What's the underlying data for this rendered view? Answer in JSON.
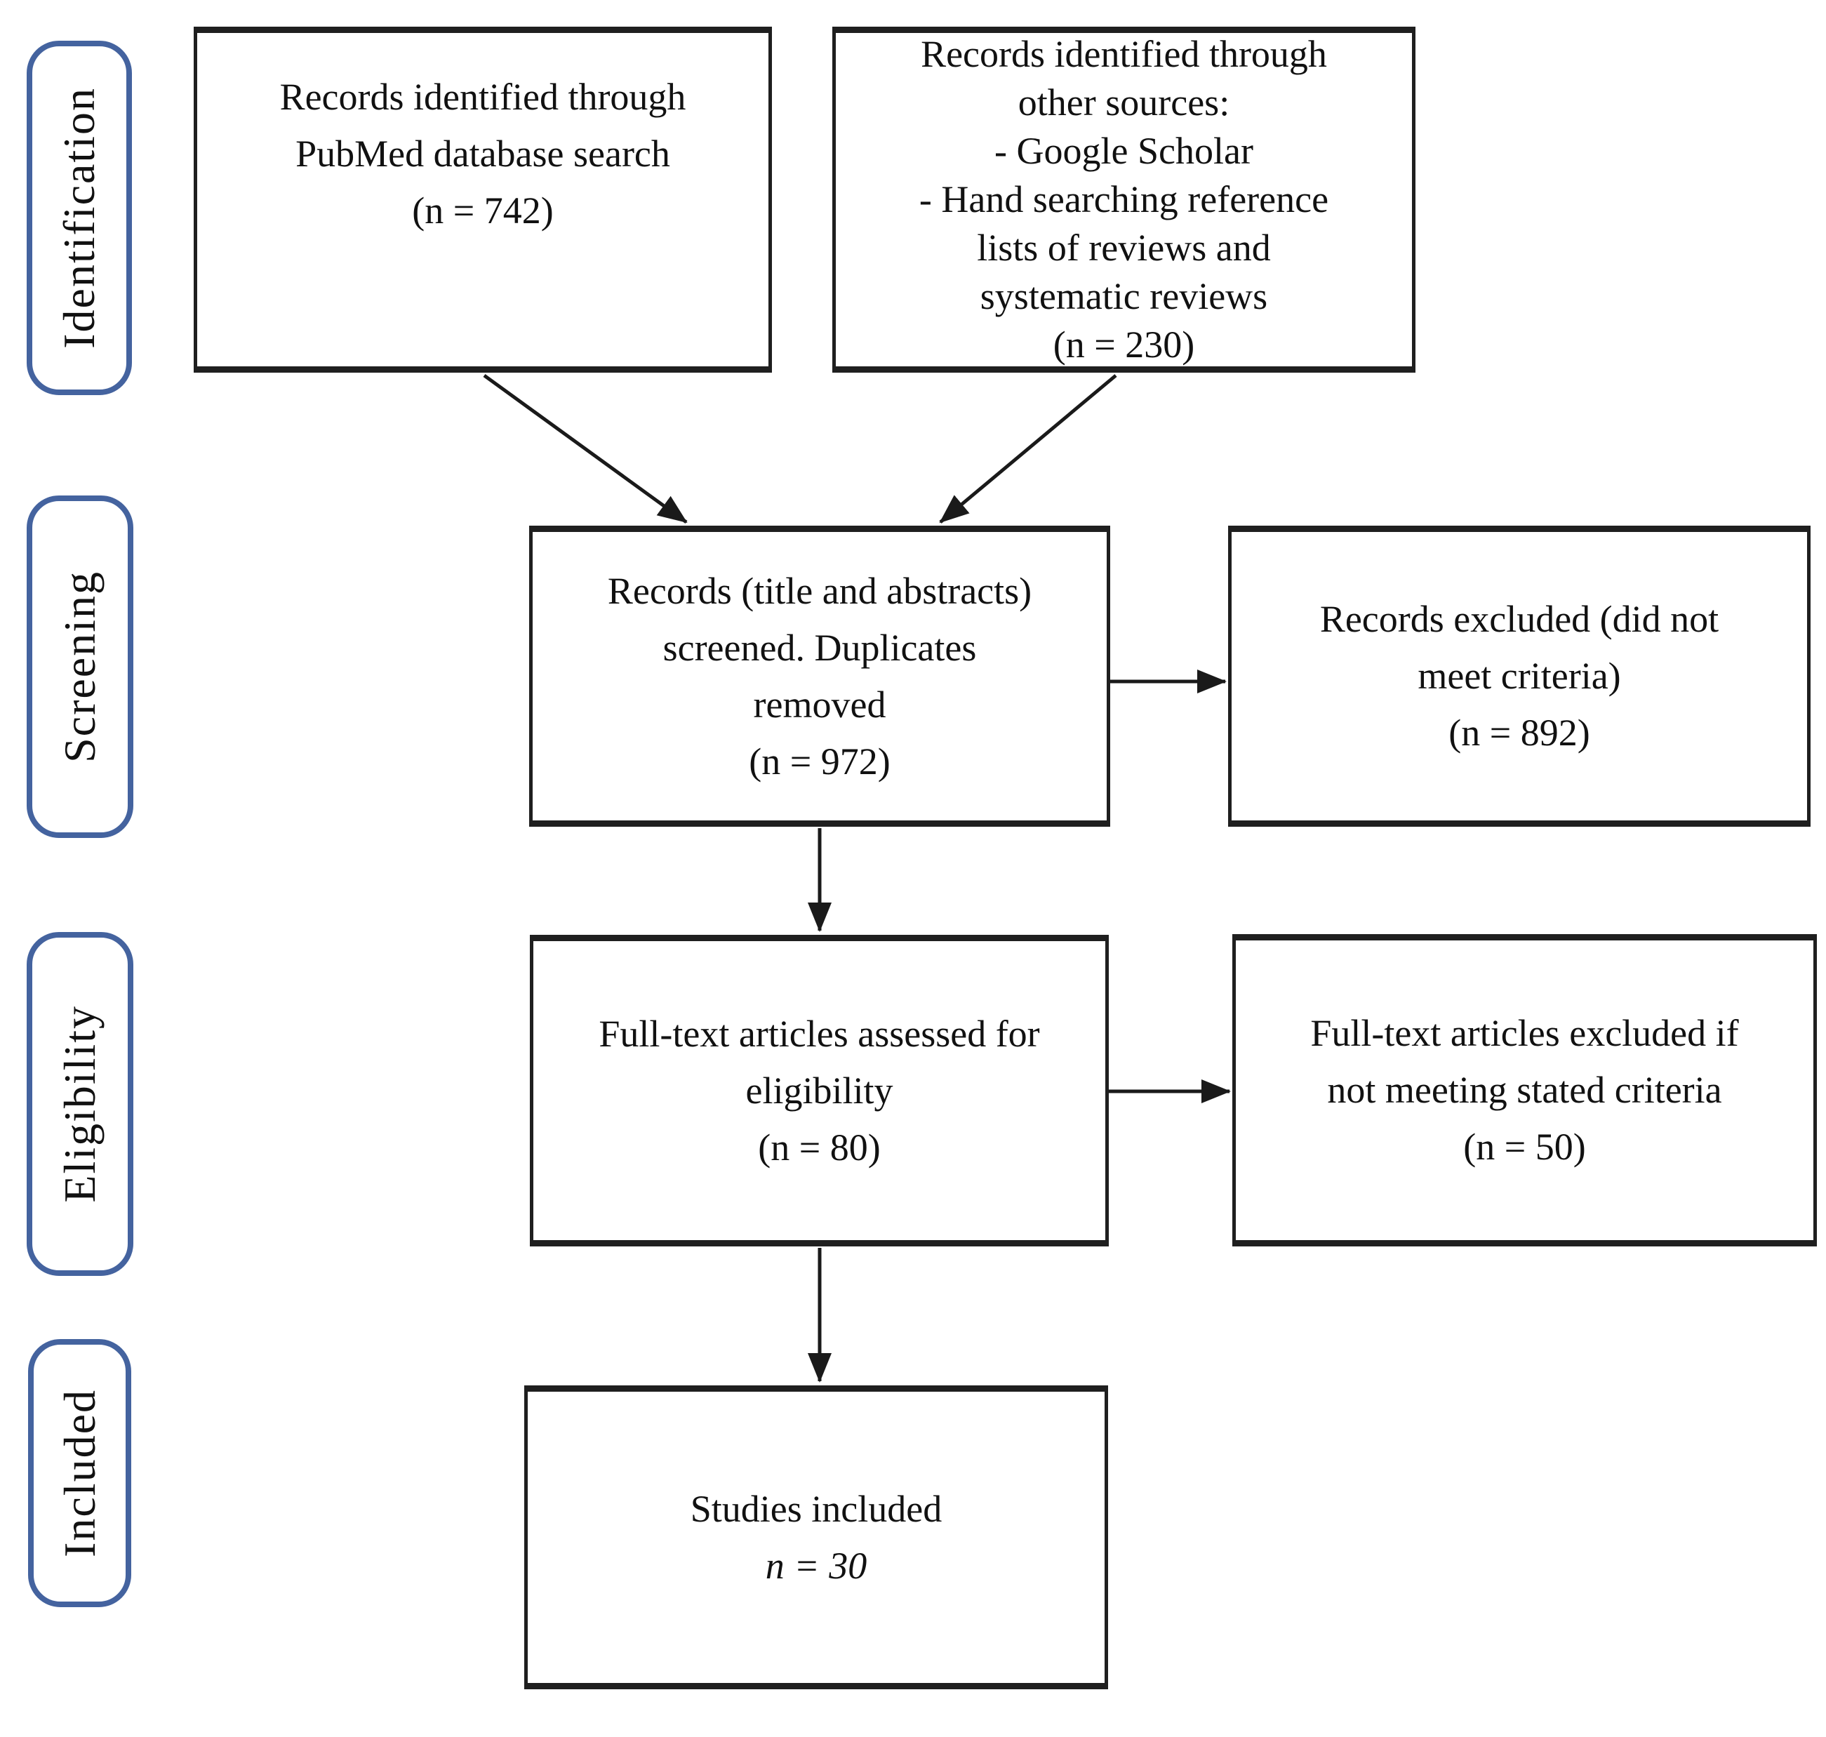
{
  "figure": {
    "type": "prisma_flow_diagram",
    "stages": [
      {
        "id": "identification",
        "label": "Identification"
      },
      {
        "id": "screening",
        "label": "Screening"
      },
      {
        "id": "eligibility",
        "label": "Eligibility"
      },
      {
        "id": "included",
        "label": "Included"
      }
    ],
    "boxes": {
      "pubmed": {
        "lines": [
          "Records identified through",
          "PubMed database search",
          "(n = 742)"
        ]
      },
      "other_sources": {
        "lines": [
          "Records identified through",
          "other sources:",
          "- Google Scholar",
          "- Hand searching reference",
          "lists of reviews and",
          "systematic reviews",
          "(n = 230)"
        ]
      },
      "screened": {
        "lines": [
          "Records (title and abstracts)",
          "screened. Duplicates",
          "removed",
          "(n = 972)"
        ]
      },
      "records_excluded": {
        "lines": [
          "Records excluded (did not",
          "meet criteria)",
          "(n = 892)"
        ]
      },
      "fulltext_assessed": {
        "lines": [
          "Full-text articles assessed for",
          "eligibility",
          "(n = 80)"
        ]
      },
      "fulltext_excluded": {
        "lines": [
          "Full-text articles excluded if",
          "not meeting stated criteria",
          "(n = 50)"
        ]
      },
      "included_studies": {
        "lines": [
          "Studies included",
          "n = 30"
        ]
      }
    },
    "counts": {
      "pubmed": 742,
      "other_sources": 230,
      "screened": 972,
      "records_excluded": 892,
      "fulltext_assessed": 80,
      "fulltext_excluded": 50,
      "included": 30
    },
    "colors": {
      "stage_border": "#44639f",
      "box_border": "#1f1f1f",
      "arrow": "#1a1a1a",
      "text": "#111111",
      "background": "#ffffff"
    }
  }
}
